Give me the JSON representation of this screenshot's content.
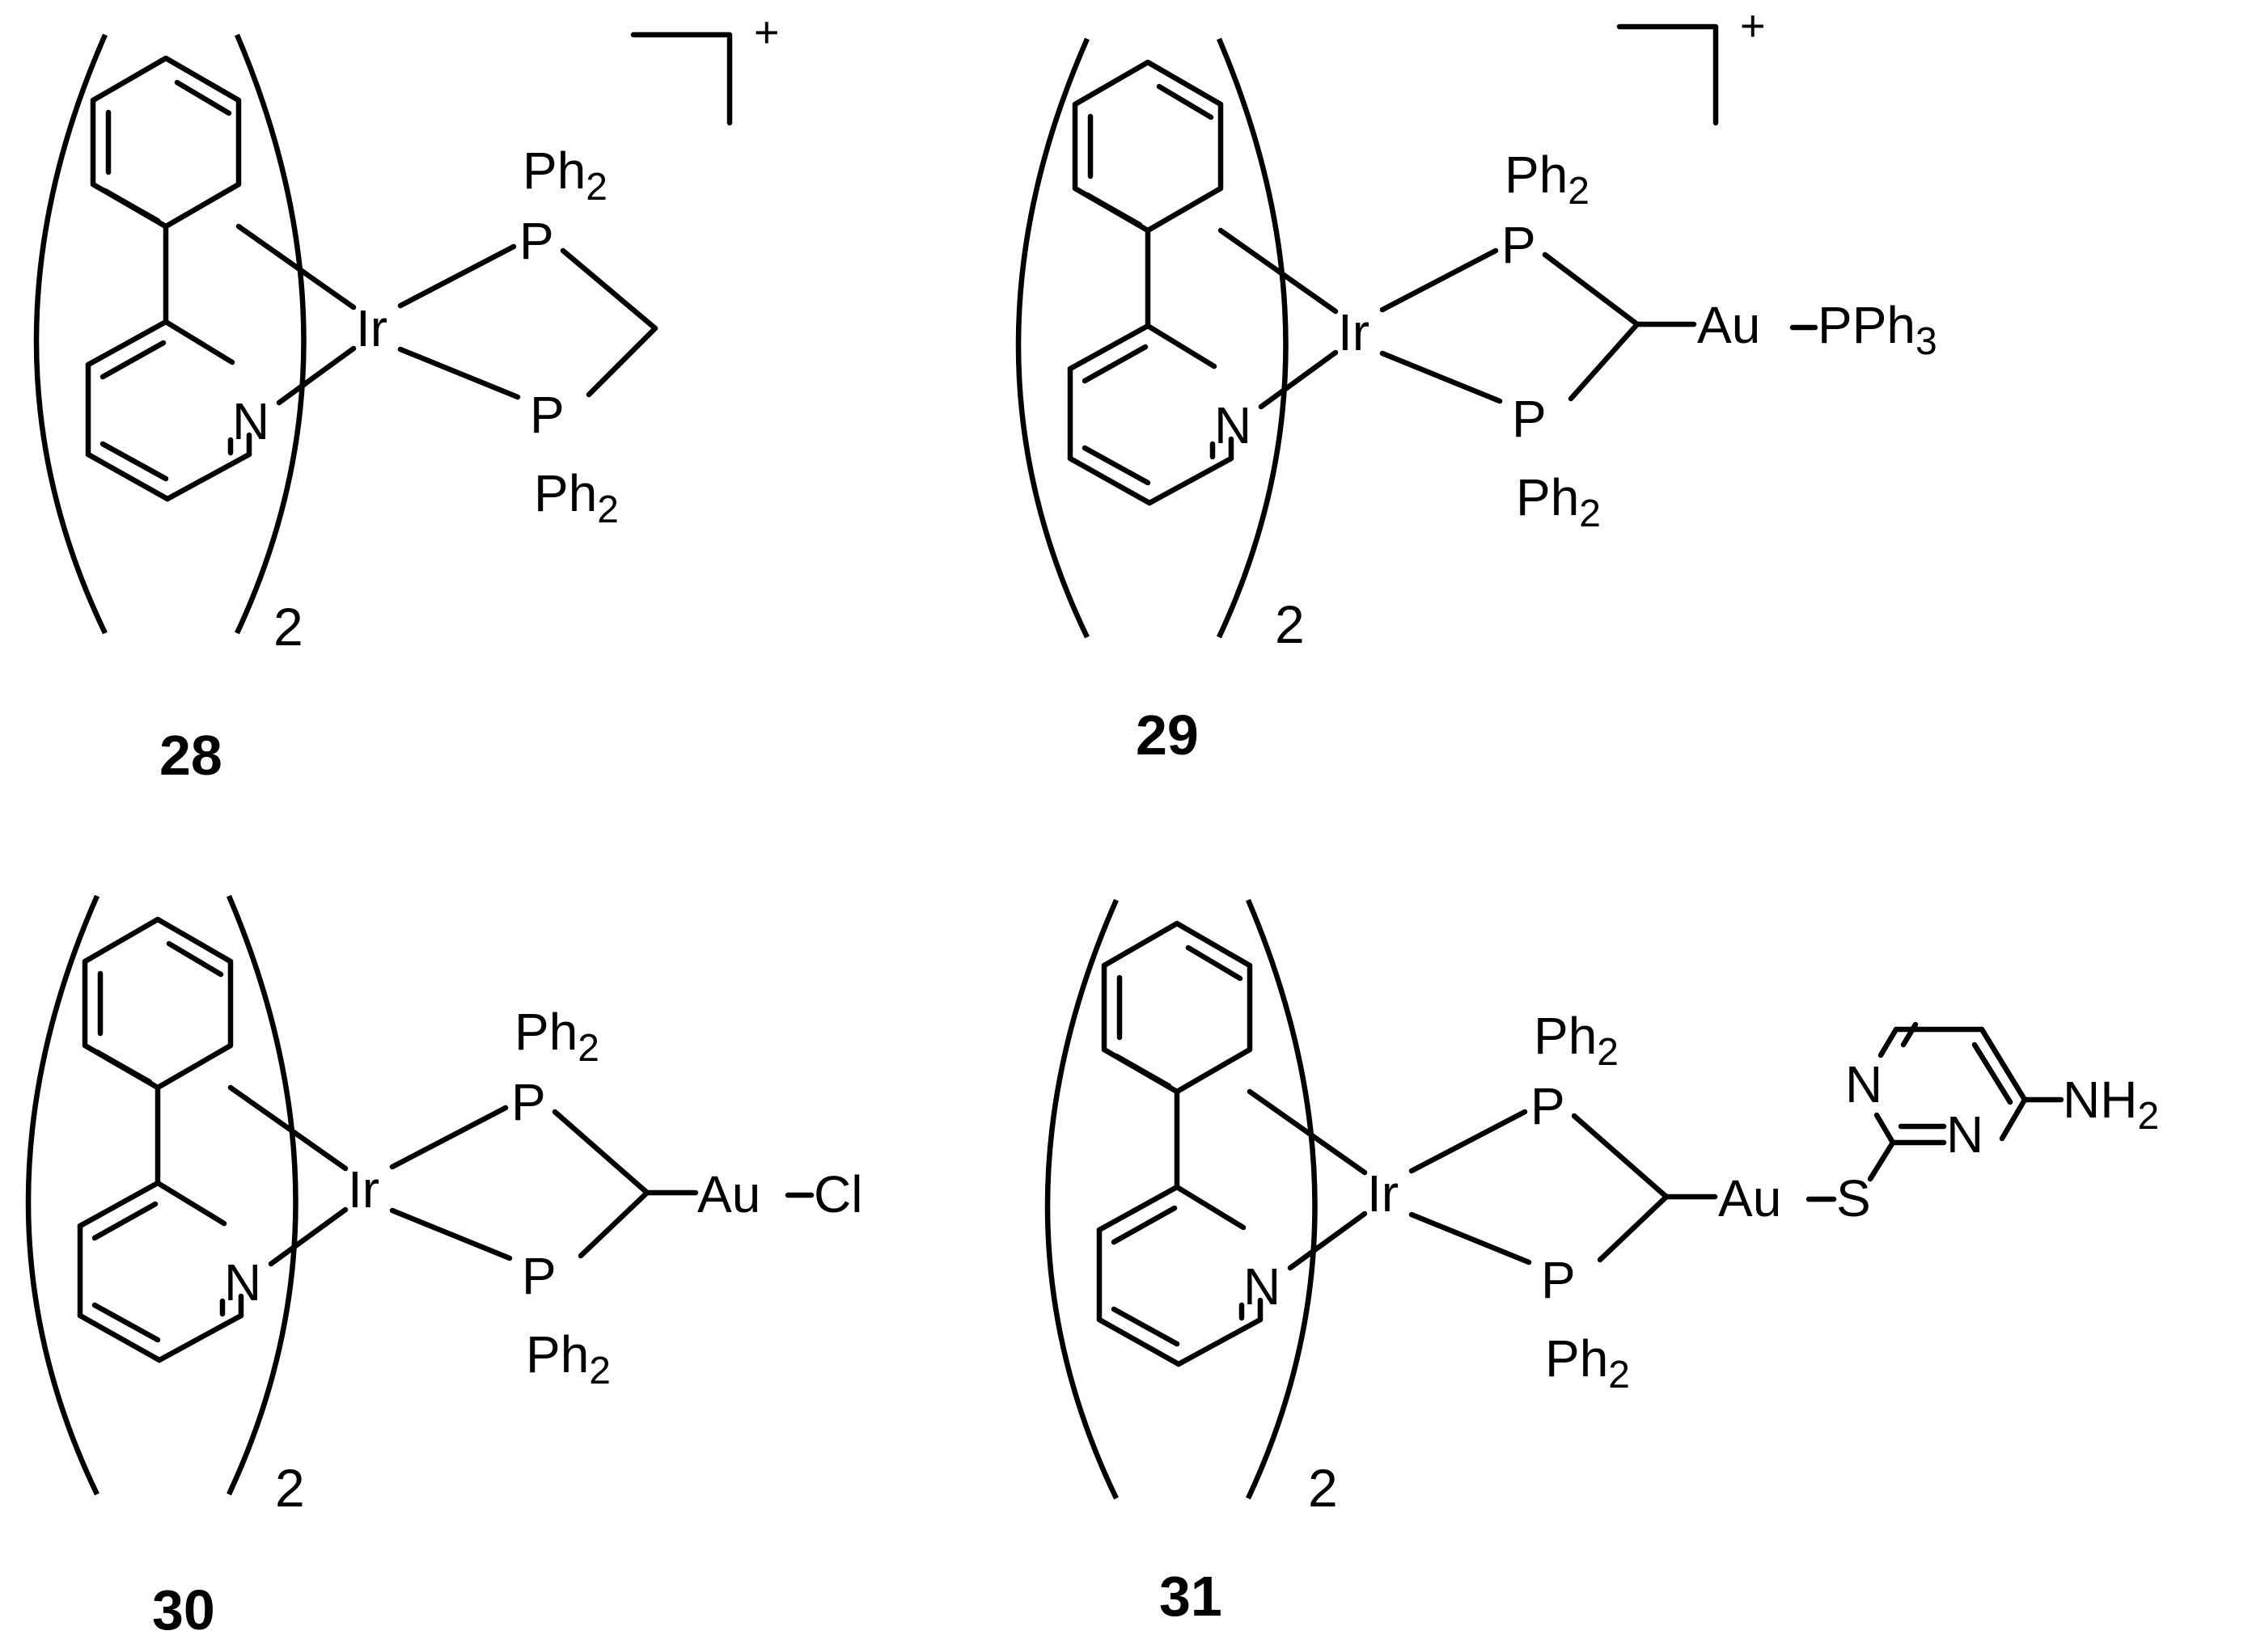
{
  "compounds": [
    {
      "id": "28",
      "charge": "+",
      "multiplier": "2",
      "labels": {
        "ir": "Ir",
        "n": "N",
        "p_top": "P",
        "p_bot": "P",
        "ph2": "Ph",
        "sub2": "2"
      }
    },
    {
      "id": "29",
      "charge": "+",
      "multiplier": "2",
      "labels": {
        "ir": "Ir",
        "n": "N",
        "p_top": "P",
        "p_bot": "P",
        "ph2": "Ph",
        "sub2": "2",
        "au": "Au",
        "pph": "PPh",
        "sub3": "3"
      }
    },
    {
      "id": "30",
      "multiplier": "2",
      "labels": {
        "ir": "Ir",
        "n": "N",
        "p_top": "P",
        "p_bot": "P",
        "ph2": "Ph",
        "sub2": "2",
        "au": "Au",
        "cl": "Cl"
      }
    },
    {
      "id": "31",
      "multiplier": "2",
      "labels": {
        "ir": "Ir",
        "n": "N",
        "p_top": "P",
        "p_bot": "P",
        "ph2": "Ph",
        "sub2": "2",
        "au": "Au",
        "s": "S",
        "pyr_n1": "N",
        "pyr_n2": "N",
        "nh": "NH",
        "nh_sub": "2"
      }
    }
  ]
}
